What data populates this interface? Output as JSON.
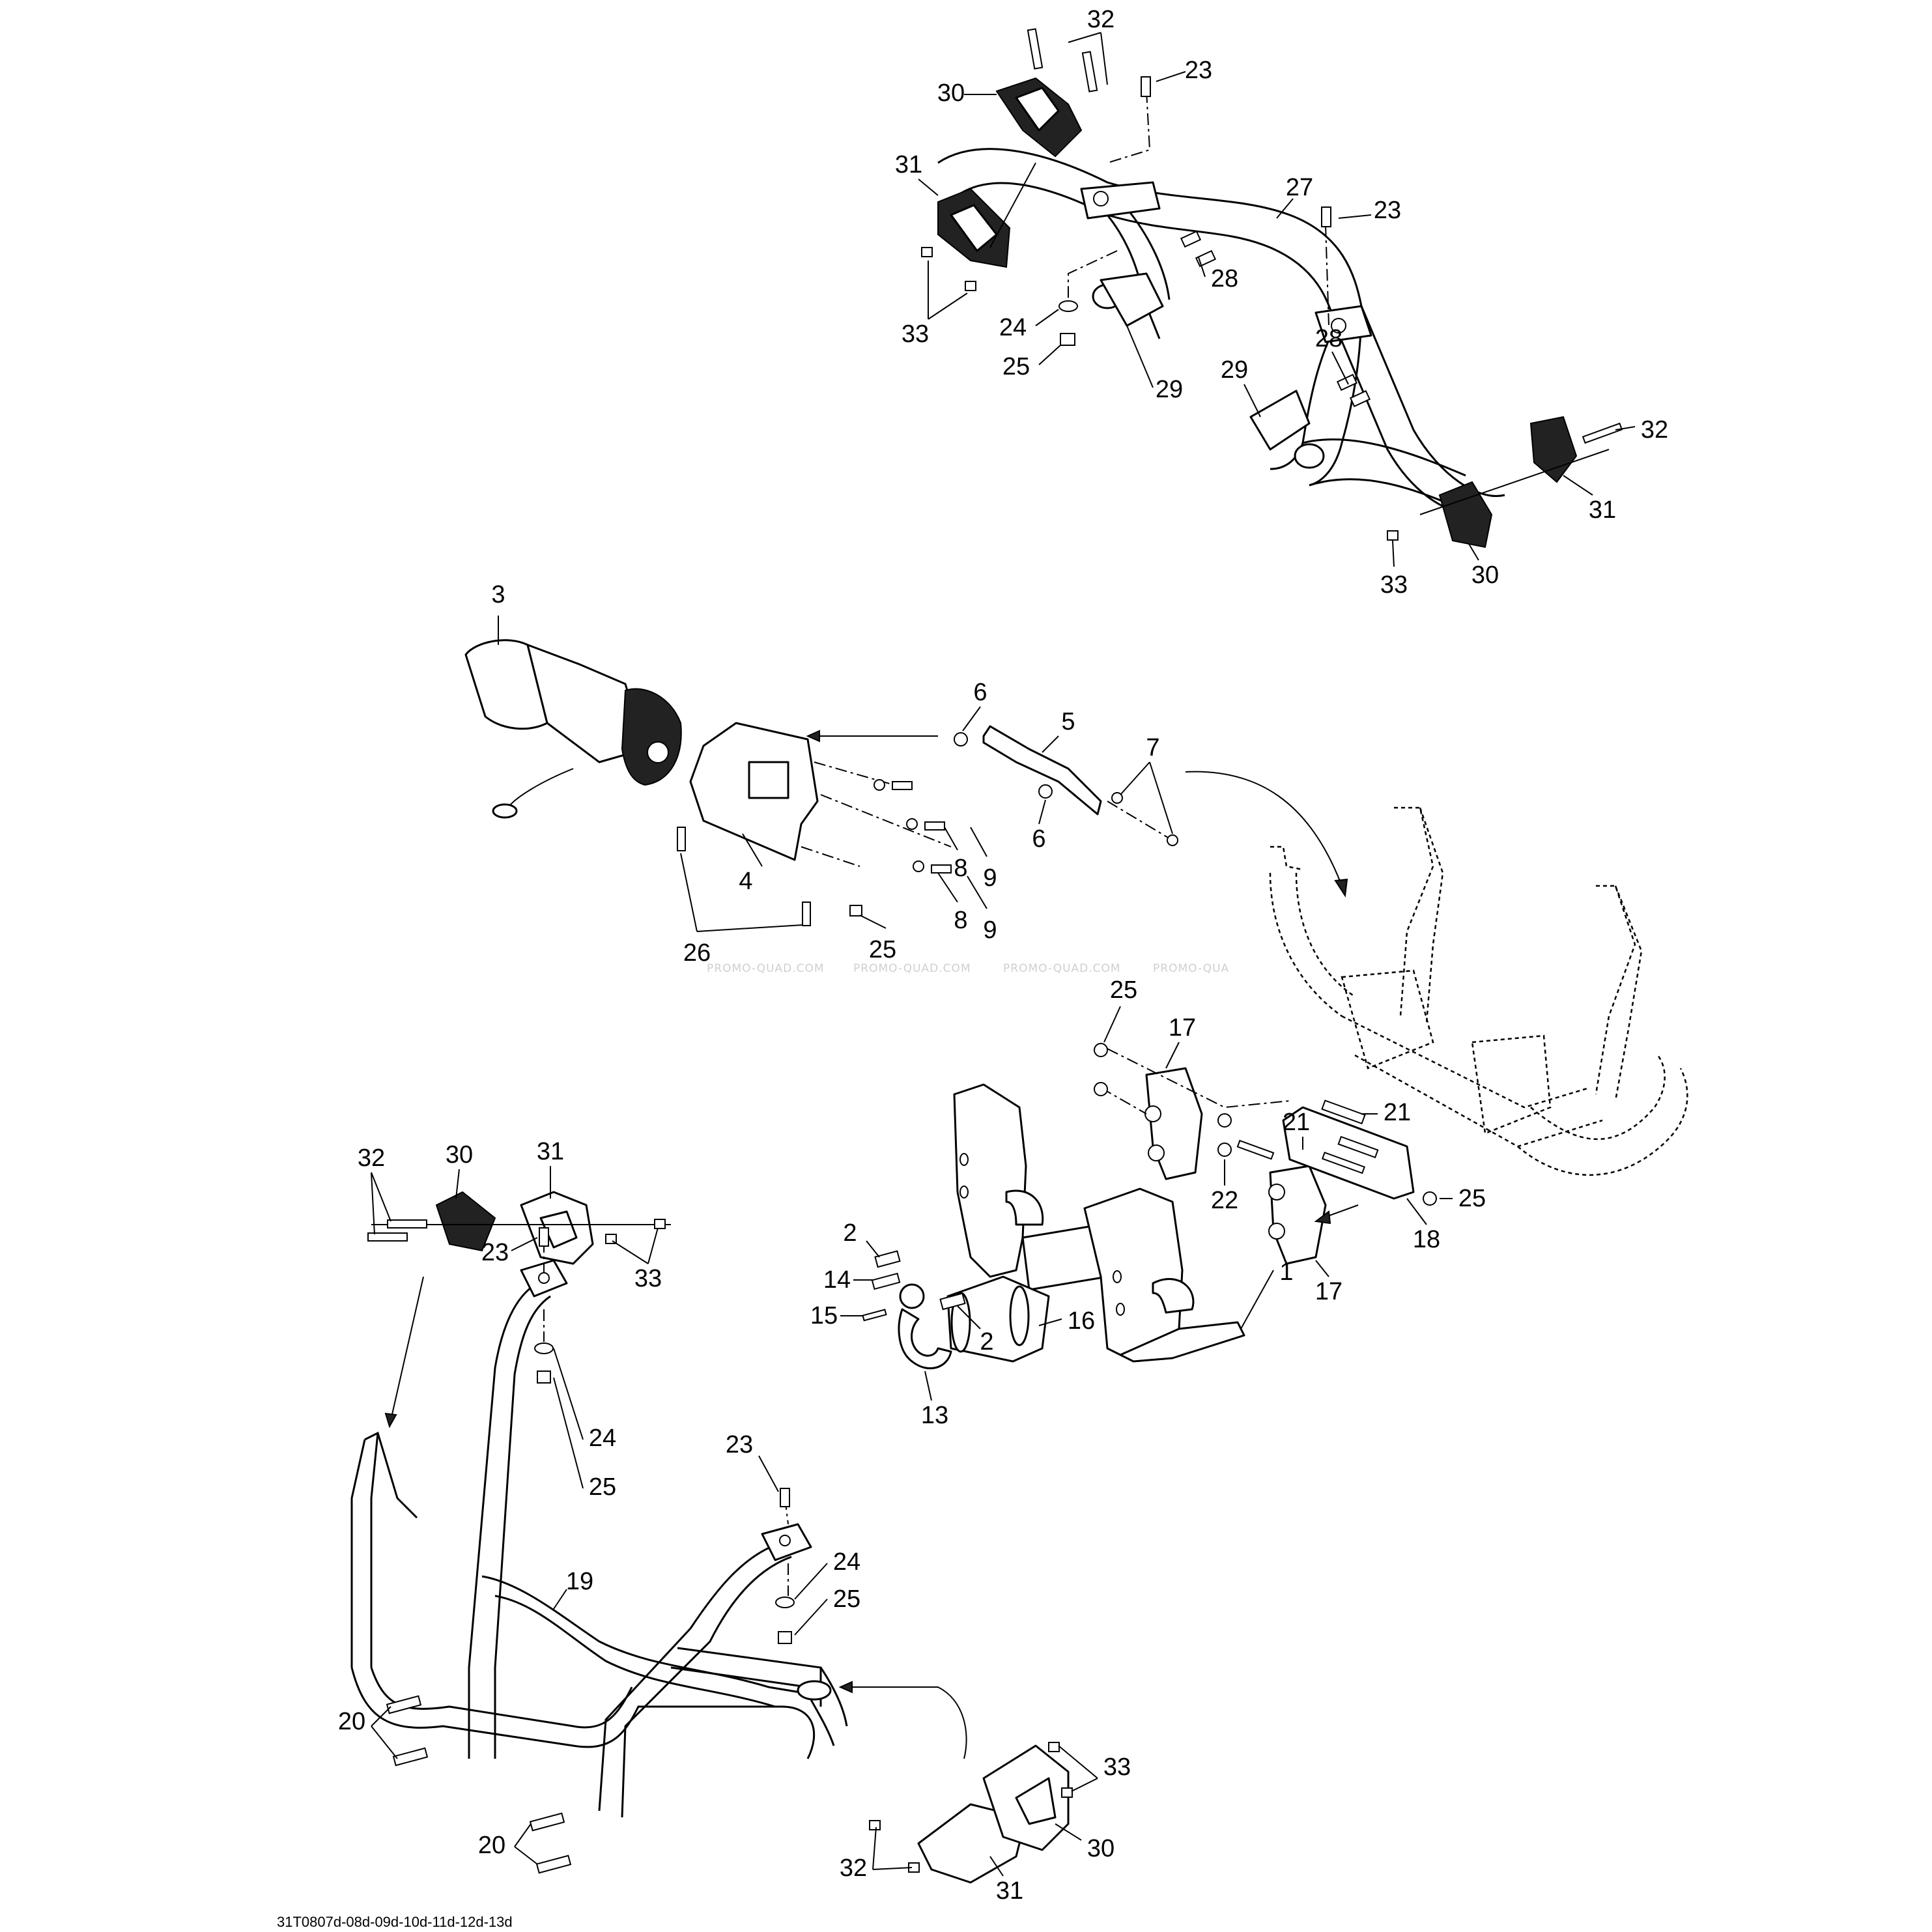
{
  "drawing_ref": "31T0807d-08d-09d-10d-11d-12d-13d",
  "watermarks": [
    "PROMO-QUAD.COM",
    "PROMO-QUAD.COM",
    "PROMO-QUAD.COM",
    "PROMO-QUA"
  ],
  "callouts": {
    "top": [
      "32",
      "30",
      "23",
      "31",
      "27",
      "23",
      "28",
      "33",
      "24",
      "25",
      "29",
      "28",
      "29",
      "32",
      "31",
      "33",
      "30"
    ],
    "winch": [
      "3",
      "6",
      "5",
      "7",
      "6",
      "8",
      "9",
      "4",
      "8",
      "9",
      "26",
      "25"
    ],
    "plate": [
      "25",
      "17",
      "21",
      "21",
      "22",
      "25",
      "18",
      "17",
      "1",
      "2",
      "14",
      "15",
      "2",
      "16",
      "13"
    ],
    "bumper": [
      "32",
      "30",
      "31",
      "33",
      "23",
      "24",
      "25",
      "23",
      "24",
      "25",
      "19",
      "20",
      "20",
      "33",
      "32",
      "30",
      "31"
    ]
  }
}
